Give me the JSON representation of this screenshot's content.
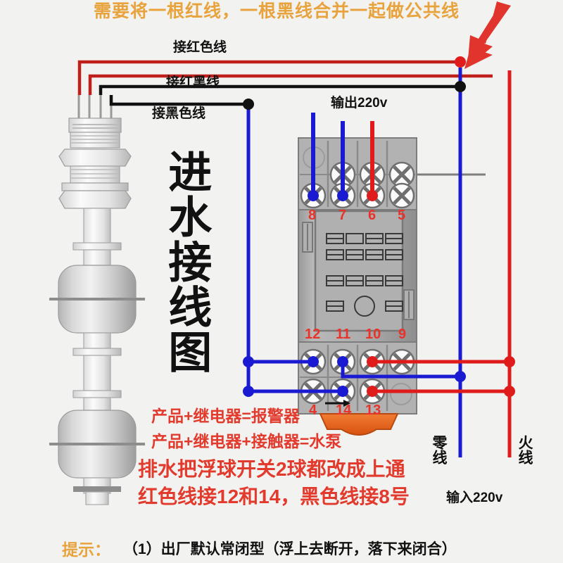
{
  "header": {
    "title": "需要将一根红线，一根黑线合并一起做公共线",
    "title_color": "#e8a33d",
    "arrow_color": "#e0342c"
  },
  "diagram": {
    "vertical_title": "进水接线图",
    "background_color": "#f2f2f0"
  },
  "wire_labels": {
    "red": "接红色线",
    "red_black": "接红黑线",
    "black": "接黑色线"
  },
  "relay": {
    "output_label": "输出220v",
    "input_label": "输入220v",
    "top_terminals": [
      "8",
      "7",
      "6",
      "5"
    ],
    "bottom_terminals_upper": [
      "12",
      "11",
      "10",
      "9"
    ],
    "bottom_terminals_lower": [
      "4",
      "14",
      "13"
    ],
    "terminal_number_color": "#e8322a",
    "body_color": "#a8a8a8",
    "clip_color": "#e8601f"
  },
  "power": {
    "neutral_label": "零线",
    "neutral_color": "#2020c8",
    "live_label": "火线",
    "live_color": "#e01b1b"
  },
  "notes": {
    "line1": "产品+继电器=报警器",
    "line2": "产品+继电器+接触器=水泵",
    "line3": "排水把浮球开关2球都改成上通",
    "line4": "红色线接12和14，黑色线接8号",
    "color": "#e23b2e"
  },
  "hint": {
    "label": "提示：",
    "body": "（1）出厂默认常闭型（浮上去断开，落下来闭合）",
    "label_color": "#e8a33d"
  },
  "float_switch": {
    "lead_colors": [
      "#c02020",
      "#c02020",
      "#111111",
      "#111111"
    ],
    "body_color": "#c9c9c9"
  }
}
